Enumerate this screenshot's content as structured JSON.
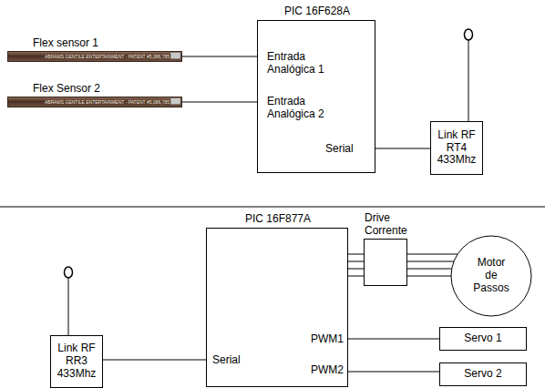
{
  "diagram": {
    "nodes": [
      {
        "text": [
          "PIC 16F628A",
          "Entrada Analógica 1",
          "Entrada Analógica 2",
          "Serial"
        ]
      },
      {
        "text": [
          "Flex sensor 1",
          "ABRAMS GENTILE ENTERTAINMENT - PATENT #5,086,785"
        ]
      },
      {
        "text": [
          "Flex Sensor 2",
          "ABRAMS GENTILE ENTERTAINMENT - PATENT #5,086,785"
        ]
      },
      {
        "text": [
          "Link RF RT4 433Mhz"
        ]
      },
      {
        "text": [
          "PIC 16F877A",
          "Serial",
          "PWM1",
          "PWM2"
        ]
      },
      {
        "text": [
          "Drive Corrente"
        ]
      },
      {
        "text": [
          "Motor de Passos"
        ]
      },
      {
        "text": [
          "Link RF RR3 433Mhz"
        ]
      },
      {
        "text": [
          "Servo 1"
        ]
      },
      {
        "text": [
          "Servo 2"
        ]
      }
    ],
    "edges": [
      {
        "from": 1,
        "to": 0,
        "arrow": "none"
      },
      {
        "from": 2,
        "to": 0,
        "arrow": "none"
      },
      {
        "from": 0,
        "to": 3,
        "arrow": "none"
      },
      {
        "from": 7,
        "to": 4,
        "arrow": "none"
      },
      {
        "from": 4,
        "to": 5,
        "arrow": "none"
      },
      {
        "from": 5,
        "to": 6,
        "arrow": "none"
      },
      {
        "from": 4,
        "to": 8,
        "arrow": "none"
      },
      {
        "from": 4,
        "to": 9,
        "arrow": "none"
      }
    ]
  }
}
